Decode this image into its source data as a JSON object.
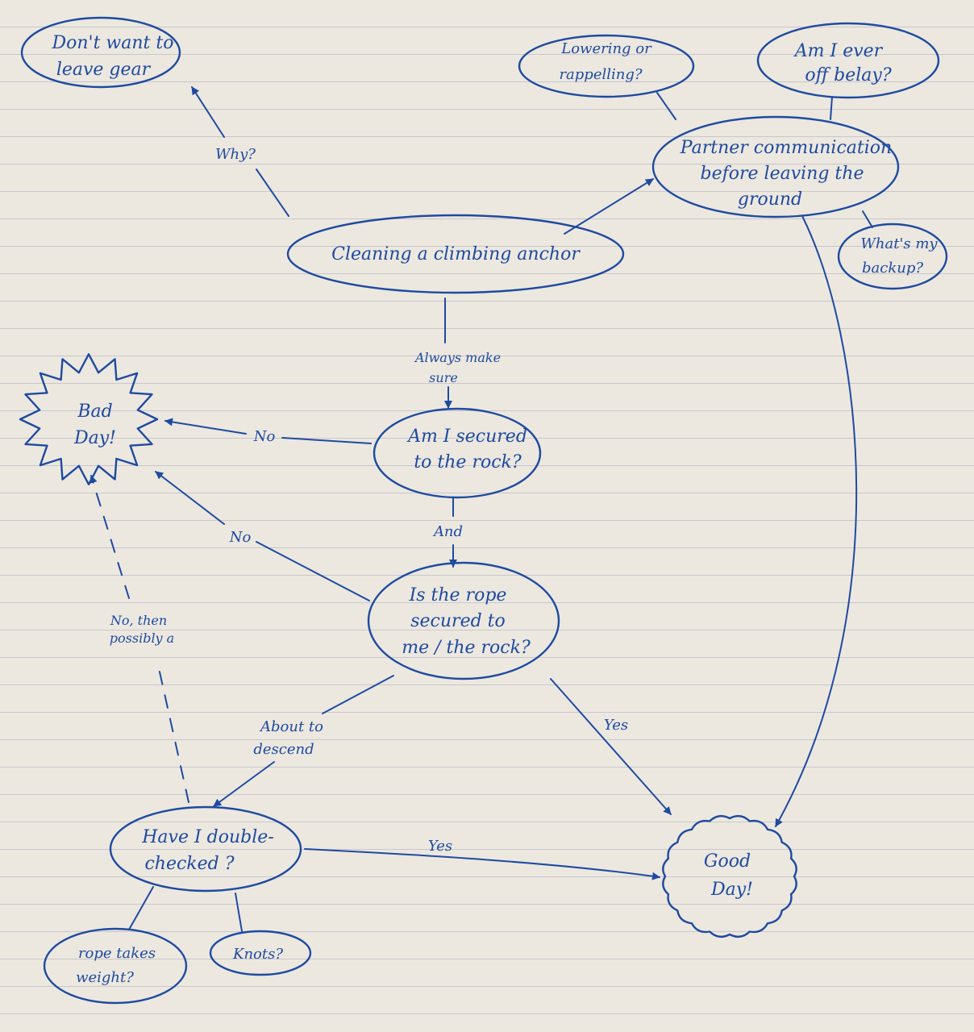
{
  "nodes": {
    "dont_want_leave_gear": {
      "line1": "Don't want to",
      "line2": "leave gear"
    },
    "lowering_rappelling": {
      "line1": "Lowering or",
      "line2": "rappelling?"
    },
    "ever_off_belay": {
      "line1": "Am I ever",
      "line2": "off belay?"
    },
    "partner_communication": {
      "line1": "Partner communication",
      "line2": "before leaving the",
      "line3": "ground"
    },
    "whats_my_backup": {
      "line1": "What's my",
      "line2": "backup?"
    },
    "cleaning_anchor": {
      "line1": "Cleaning a climbing anchor"
    },
    "bad_day": {
      "line1": "Bad",
      "line2": "Day!"
    },
    "secured_to_rock": {
      "line1": "Am I secured",
      "line2": "to the rock?"
    },
    "rope_secured": {
      "line1": "Is the rope",
      "line2": "secured to",
      "line3": "me / the rock?"
    },
    "double_checked": {
      "line1": "Have I double-",
      "line2": "checked ?"
    },
    "good_day": {
      "line1": "Good",
      "line2": "Day!"
    },
    "rope_takes_weight": {
      "line1": "rope takes",
      "line2": "weight?"
    },
    "knots": {
      "line1": "Knots?"
    }
  },
  "edges": {
    "why": "Why?",
    "always_make_sure": {
      "line1": "Always make",
      "line2": "sure"
    },
    "no_secured": "No",
    "no_rope": "No",
    "and": "And",
    "yes_rope": "Yes",
    "about_to_descend": {
      "line1": "About to",
      "line2": "descend"
    },
    "yes_checked": "Yes",
    "no_possibly": {
      "line1": "No, then",
      "line2": "possibly a"
    }
  },
  "colors": {
    "ink": "#1f4aa0",
    "paper": "#ece8df",
    "rule_line": "#c9c6cf"
  }
}
